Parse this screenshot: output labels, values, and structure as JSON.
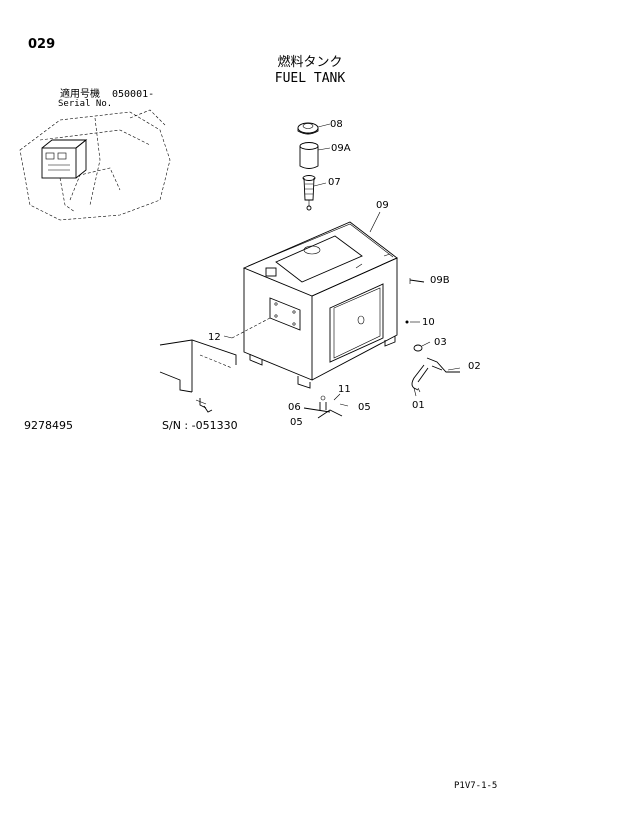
{
  "header": {
    "page_number": "029",
    "title_jp": "燃料タンク",
    "title_en": "FUEL TANK",
    "serial_label_jp": "適用号機",
    "serial_label_en": "Serial No.",
    "serial_from": "050001-"
  },
  "footer": {
    "drawing_number": "9278495",
    "sn_range": "S/N : -051330",
    "page_code": "P1V7-1-5"
  },
  "callouts": {
    "c08": "08",
    "c09A": "09A",
    "c07": "07",
    "c09": "09",
    "c09B": "09B",
    "c10": "10",
    "c03": "03",
    "c02": "02",
    "c01": "01",
    "c11": "11",
    "c06": "06",
    "c05a": "05",
    "c05b": "05",
    "c12": "12"
  }
}
